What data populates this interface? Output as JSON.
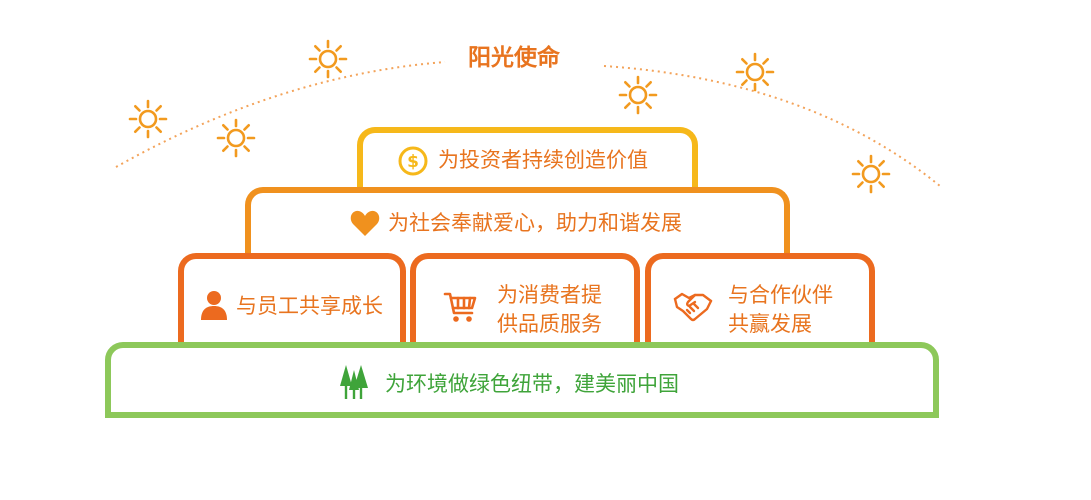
{
  "title": "阳光使命",
  "tiers": {
    "top": {
      "label": "为投资者持续创造价值",
      "icon": "dollar-coin-icon"
    },
    "second": {
      "label": "为社会奉献爱心，助力和谐发展",
      "icon": "heart-icon"
    },
    "third": [
      {
        "label": "与员工共享成长",
        "icon": "person-icon"
      },
      {
        "line1": "为消费者提",
        "line2": "供品质服务",
        "icon": "shopping-cart-icon"
      },
      {
        "line1": "与合作伙伴",
        "line2": "共赢发展",
        "icon": "handshake-icon"
      }
    ],
    "base": {
      "label": "为环境做绿色纽带，建美丽中国",
      "icon": "trees-icon"
    }
  },
  "colors": {
    "title": "#e8741f",
    "sun": "#f29a1f",
    "arc": "#f3a35a",
    "top_border": "#f6b81a",
    "second_border": "#f0911e",
    "third_border": "#ec6a1f",
    "base_border": "#8dc85a",
    "text": "#e8741f",
    "base_text": "#3fa43a"
  }
}
